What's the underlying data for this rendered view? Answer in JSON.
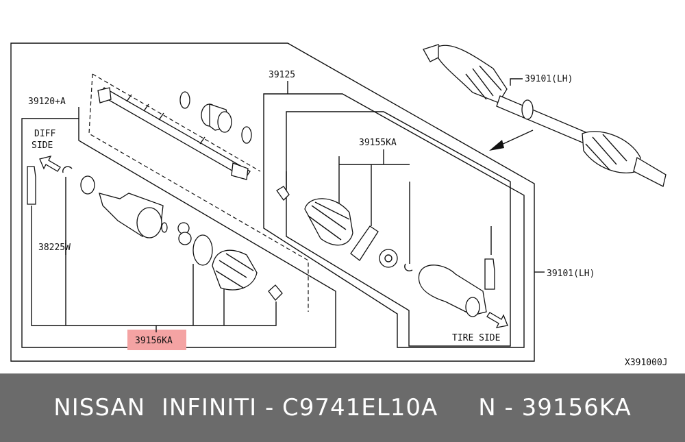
{
  "labels": {
    "assy_diff": "39120+A",
    "diff_side_line1": "DIFF",
    "diff_side_line2": "SIDE",
    "clip_part": "38225W",
    "boot_kit_inner": "39156KA",
    "boot_kit_outer_group": "39125",
    "boot_kit_outer": "39155KA",
    "shaft_top": "39101(LH)",
    "shaft_right": "39101(LH)",
    "tire_side": "TIRE SIDE",
    "diagram_code": "X391000J"
  },
  "highlight_color": "#f4a3a3",
  "footer": {
    "text": "NISSAN  INFINITI - C9741EL10A     N - 39156KA"
  }
}
